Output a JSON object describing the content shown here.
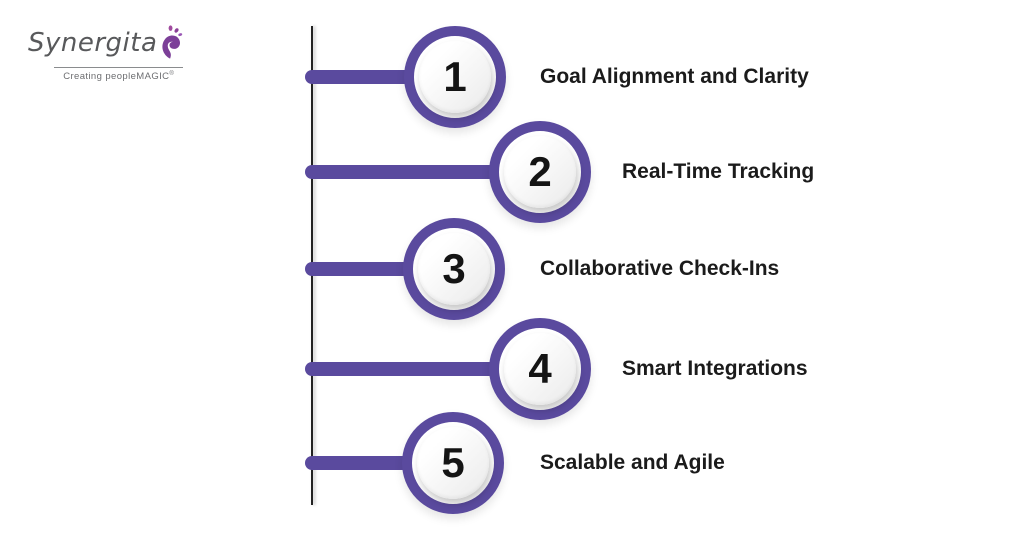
{
  "logo": {
    "name": "Synergita",
    "tagline": "Creating peopleMAGIC",
    "registered_mark": "®"
  },
  "theme": {
    "accent_purple": "#5a4a9e",
    "axis_line_color": "#232323",
    "label_text_color": "#1b1b1b",
    "background": "#ffffff",
    "logo_text_color": "#58595b",
    "logo_icon_color": "#8b3f97"
  },
  "timeline": {
    "items": [
      {
        "number": "1",
        "label": "Goal Alignment and Clarity"
      },
      {
        "number": "2",
        "label": "Real-Time Tracking"
      },
      {
        "number": "3",
        "label": "Collaborative Check-Ins"
      },
      {
        "number": "4",
        "label": "Smart Integrations"
      },
      {
        "number": "5",
        "label": "Scalable and Agile"
      }
    ]
  }
}
